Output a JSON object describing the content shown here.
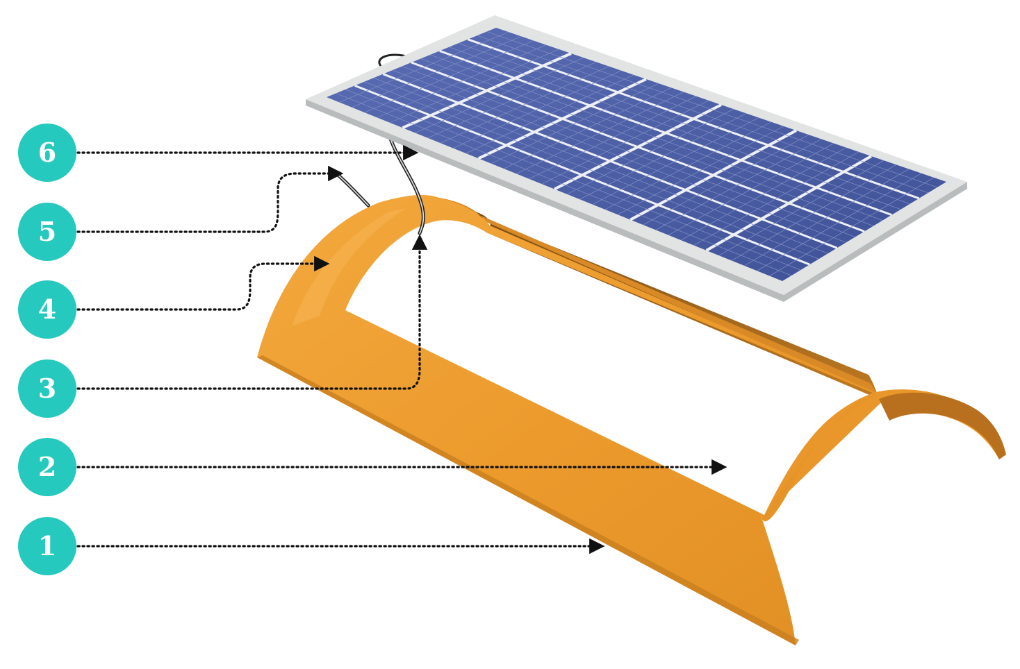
{
  "colors": {
    "badge": "#26c9bd",
    "tile_main": "#ec9a2c",
    "tile_light": "#f6b04a",
    "tile_shadow": "#8a5a1e",
    "panel_frame": "#e2e4e4",
    "panel_cells": "#4c5fa6",
    "panel_grid": "#eef0f6",
    "leader_line": "#111111"
  },
  "callouts": [
    {
      "id": "6",
      "label": "6"
    },
    {
      "id": "5",
      "label": "5"
    },
    {
      "id": "4",
      "label": "4"
    },
    {
      "id": "3",
      "label": "3"
    },
    {
      "id": "2",
      "label": "2"
    },
    {
      "id": "1",
      "label": "1"
    }
  ],
  "components": {
    "panel": "pv-panel",
    "cable": "connection-cable",
    "tile": "curved-roof-tile",
    "opening": "tile-opening"
  }
}
